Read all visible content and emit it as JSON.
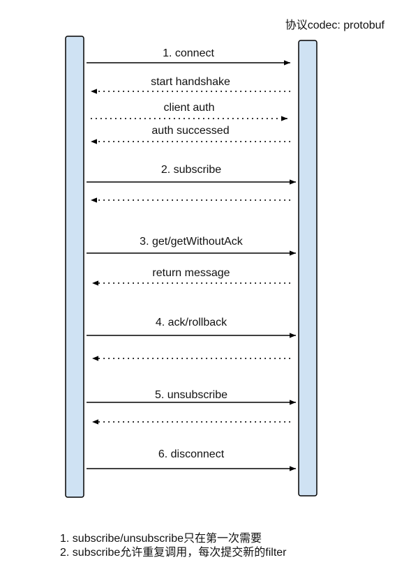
{
  "header": {
    "codec_label": "协议codec: protobuf"
  },
  "colors": {
    "lifeline_fill": "#cfe2f3",
    "lifeline_stroke": "#000000",
    "arrow": "#000000",
    "background": "#ffffff"
  },
  "messages": [
    {
      "id": "connect",
      "label": "1. connect",
      "direction": "right",
      "style": "solid"
    },
    {
      "id": "start-handshake",
      "label": "start handshake",
      "direction": "left",
      "style": "dotted"
    },
    {
      "id": "client-auth",
      "label": "client auth",
      "direction": "right",
      "style": "dotted"
    },
    {
      "id": "auth-successed",
      "label": "auth successed",
      "direction": "left",
      "style": "dotted"
    },
    {
      "id": "subscribe",
      "label": "2. subscribe",
      "direction": "right",
      "style": "solid"
    },
    {
      "id": "subscribe-reply",
      "label": "",
      "direction": "left",
      "style": "dotted"
    },
    {
      "id": "get",
      "label": "3. get/getWithoutAck",
      "direction": "right",
      "style": "solid"
    },
    {
      "id": "return-message",
      "label": "return message",
      "direction": "left",
      "style": "dotted"
    },
    {
      "id": "ack",
      "label": "4. ack/rollback",
      "direction": "right",
      "style": "solid"
    },
    {
      "id": "ack-reply",
      "label": "",
      "direction": "left",
      "style": "dotted"
    },
    {
      "id": "unsubscribe",
      "label": "5. unsubscribe",
      "direction": "right",
      "style": "solid"
    },
    {
      "id": "unsubscribe-reply",
      "label": "",
      "direction": "left",
      "style": "dotted"
    },
    {
      "id": "disconnect",
      "label": "6. disconnect",
      "direction": "right",
      "style": "solid"
    }
  ],
  "notes": [
    "1. subscribe/unsubscribe只在第一次需要",
    "2. subscribe允许重复调用，每次提交新的filter"
  ]
}
